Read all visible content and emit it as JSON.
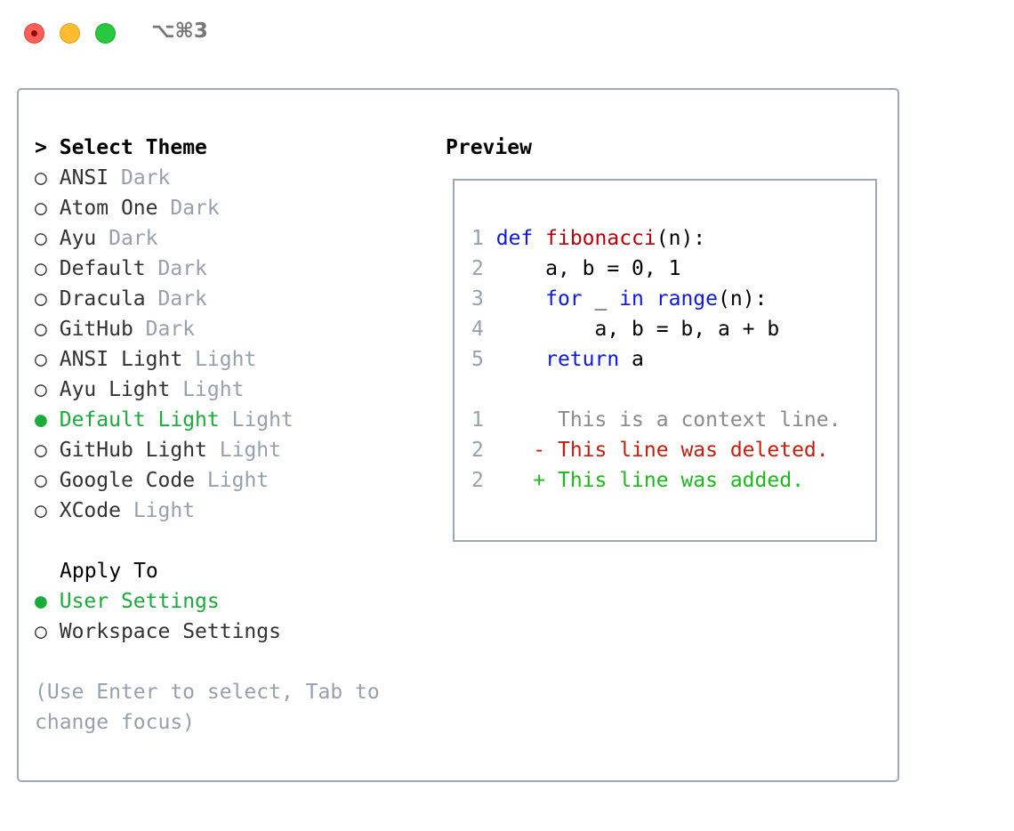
{
  "window": {
    "title": "⌥⌘3",
    "controls": [
      "close",
      "minimize",
      "zoom"
    ]
  },
  "theme_list": {
    "heading": "Select Theme",
    "prompt": ">",
    "items": [
      {
        "name": "ANSI",
        "type": "Dark",
        "selected": false
      },
      {
        "name": "Atom One",
        "type": "Dark",
        "selected": false
      },
      {
        "name": "Ayu",
        "type": "Dark",
        "selected": false
      },
      {
        "name": "Default",
        "type": "Dark",
        "selected": false
      },
      {
        "name": "Dracula",
        "type": "Dark",
        "selected": false
      },
      {
        "name": "GitHub",
        "type": "Dark",
        "selected": false
      },
      {
        "name": "ANSI Light",
        "type": "Light",
        "selected": false
      },
      {
        "name": "Ayu Light",
        "type": "Light",
        "selected": false
      },
      {
        "name": "Default Light",
        "type": "Light",
        "selected": true
      },
      {
        "name": "GitHub Light",
        "type": "Light",
        "selected": false
      },
      {
        "name": "Google Code",
        "type": "Light",
        "selected": false
      },
      {
        "name": "XCode",
        "type": "Light",
        "selected": false
      }
    ]
  },
  "apply_to": {
    "heading": "Apply To",
    "items": [
      {
        "name": "User Settings",
        "selected": true
      },
      {
        "name": "Workspace Settings",
        "selected": false
      }
    ]
  },
  "hint": [
    "(Use Enter to select, Tab to",
    "change focus)"
  ],
  "preview": {
    "heading": "Preview",
    "code": [
      {
        "n": "1",
        "parts": [
          [
            "kw",
            "def"
          ],
          [
            "tx",
            " "
          ],
          [
            "fn",
            "fibonacci"
          ],
          [
            "tx",
            "(n):"
          ]
        ]
      },
      {
        "n": "2",
        "parts": [
          [
            "tx",
            "    a, b = 0, 1"
          ]
        ]
      },
      {
        "n": "3",
        "parts": [
          [
            "tx",
            "    "
          ],
          [
            "kw",
            "for"
          ],
          [
            "tx",
            " _ "
          ],
          [
            "kw",
            "in"
          ],
          [
            "tx",
            " "
          ],
          [
            "kw",
            "range"
          ],
          [
            "tx",
            "(n):"
          ]
        ]
      },
      {
        "n": "4",
        "parts": [
          [
            "tx",
            "        a, b = b, a + b"
          ]
        ]
      },
      {
        "n": "5",
        "parts": [
          [
            "tx",
            "    "
          ],
          [
            "kw",
            "return"
          ],
          [
            "tx",
            " a"
          ]
        ]
      }
    ],
    "diff": [
      {
        "n": "1",
        "kind": "ctx",
        "sign": " ",
        "text": "This is a context line."
      },
      {
        "n": "2",
        "kind": "del",
        "sign": "-",
        "text": "This line was deleted."
      },
      {
        "n": "2",
        "kind": "add",
        "sign": "+",
        "text": "This line was added."
      }
    ]
  },
  "colors": {
    "selected": "#1aab3a",
    "muted": "#97a0ac",
    "keyword": "#0b18e6",
    "function": "#b5000c",
    "deleted": "#c81c0c",
    "added": "#1cb81c"
  }
}
